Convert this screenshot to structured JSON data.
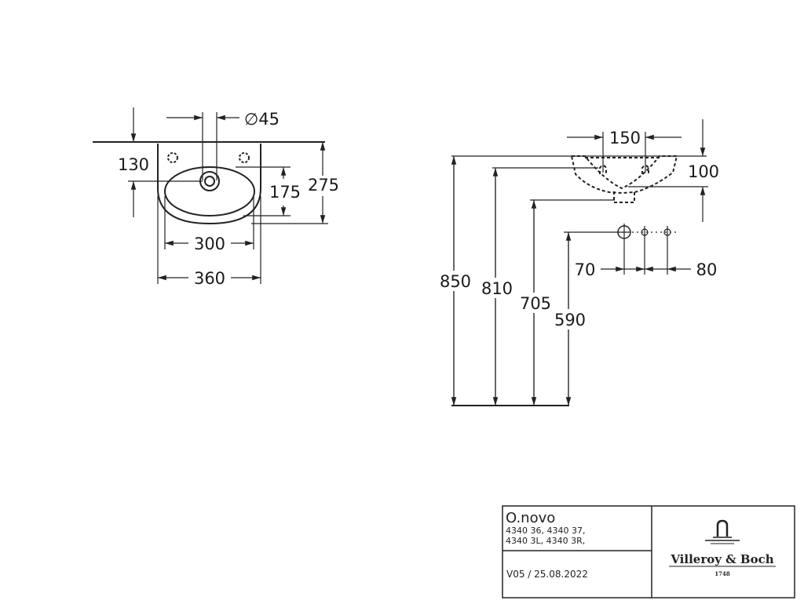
{
  "top_view": {
    "diameter": "∅45",
    "dim_130": "130",
    "dim_175": "175",
    "dim_275": "275",
    "dim_300": "300",
    "dim_360": "360"
  },
  "side_view": {
    "dim_150": "150",
    "dim_100": "100",
    "dim_850": "850",
    "dim_810": "810",
    "dim_705": "705",
    "dim_590": "590",
    "dim_70": "70",
    "dim_80": "80"
  },
  "title_block": {
    "product": "O.novo",
    "codes_line1": "4340 36, 4340 37,",
    "codes_line2": "4340 3L, 4340 3R,",
    "version": "V05 / 25.08.2022",
    "brand": "Villeroy & Boch",
    "brand_year": "1748"
  }
}
